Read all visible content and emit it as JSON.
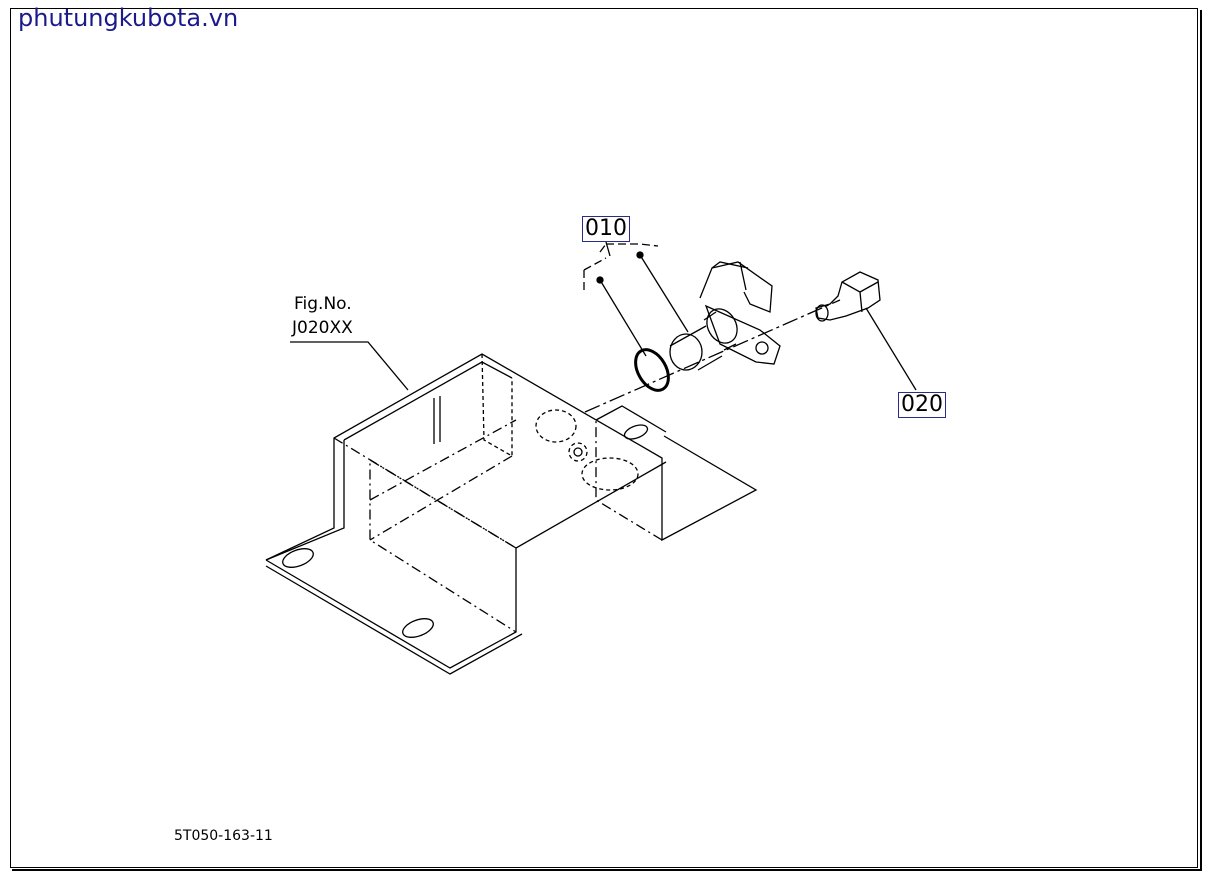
{
  "watermark": "phutungkubota.vn",
  "figure": {
    "label": "Fig.No.",
    "number": "J020XX"
  },
  "callouts": {
    "part_010": "010",
    "part_020": "020"
  },
  "drawing_code": "5T050-163-11"
}
